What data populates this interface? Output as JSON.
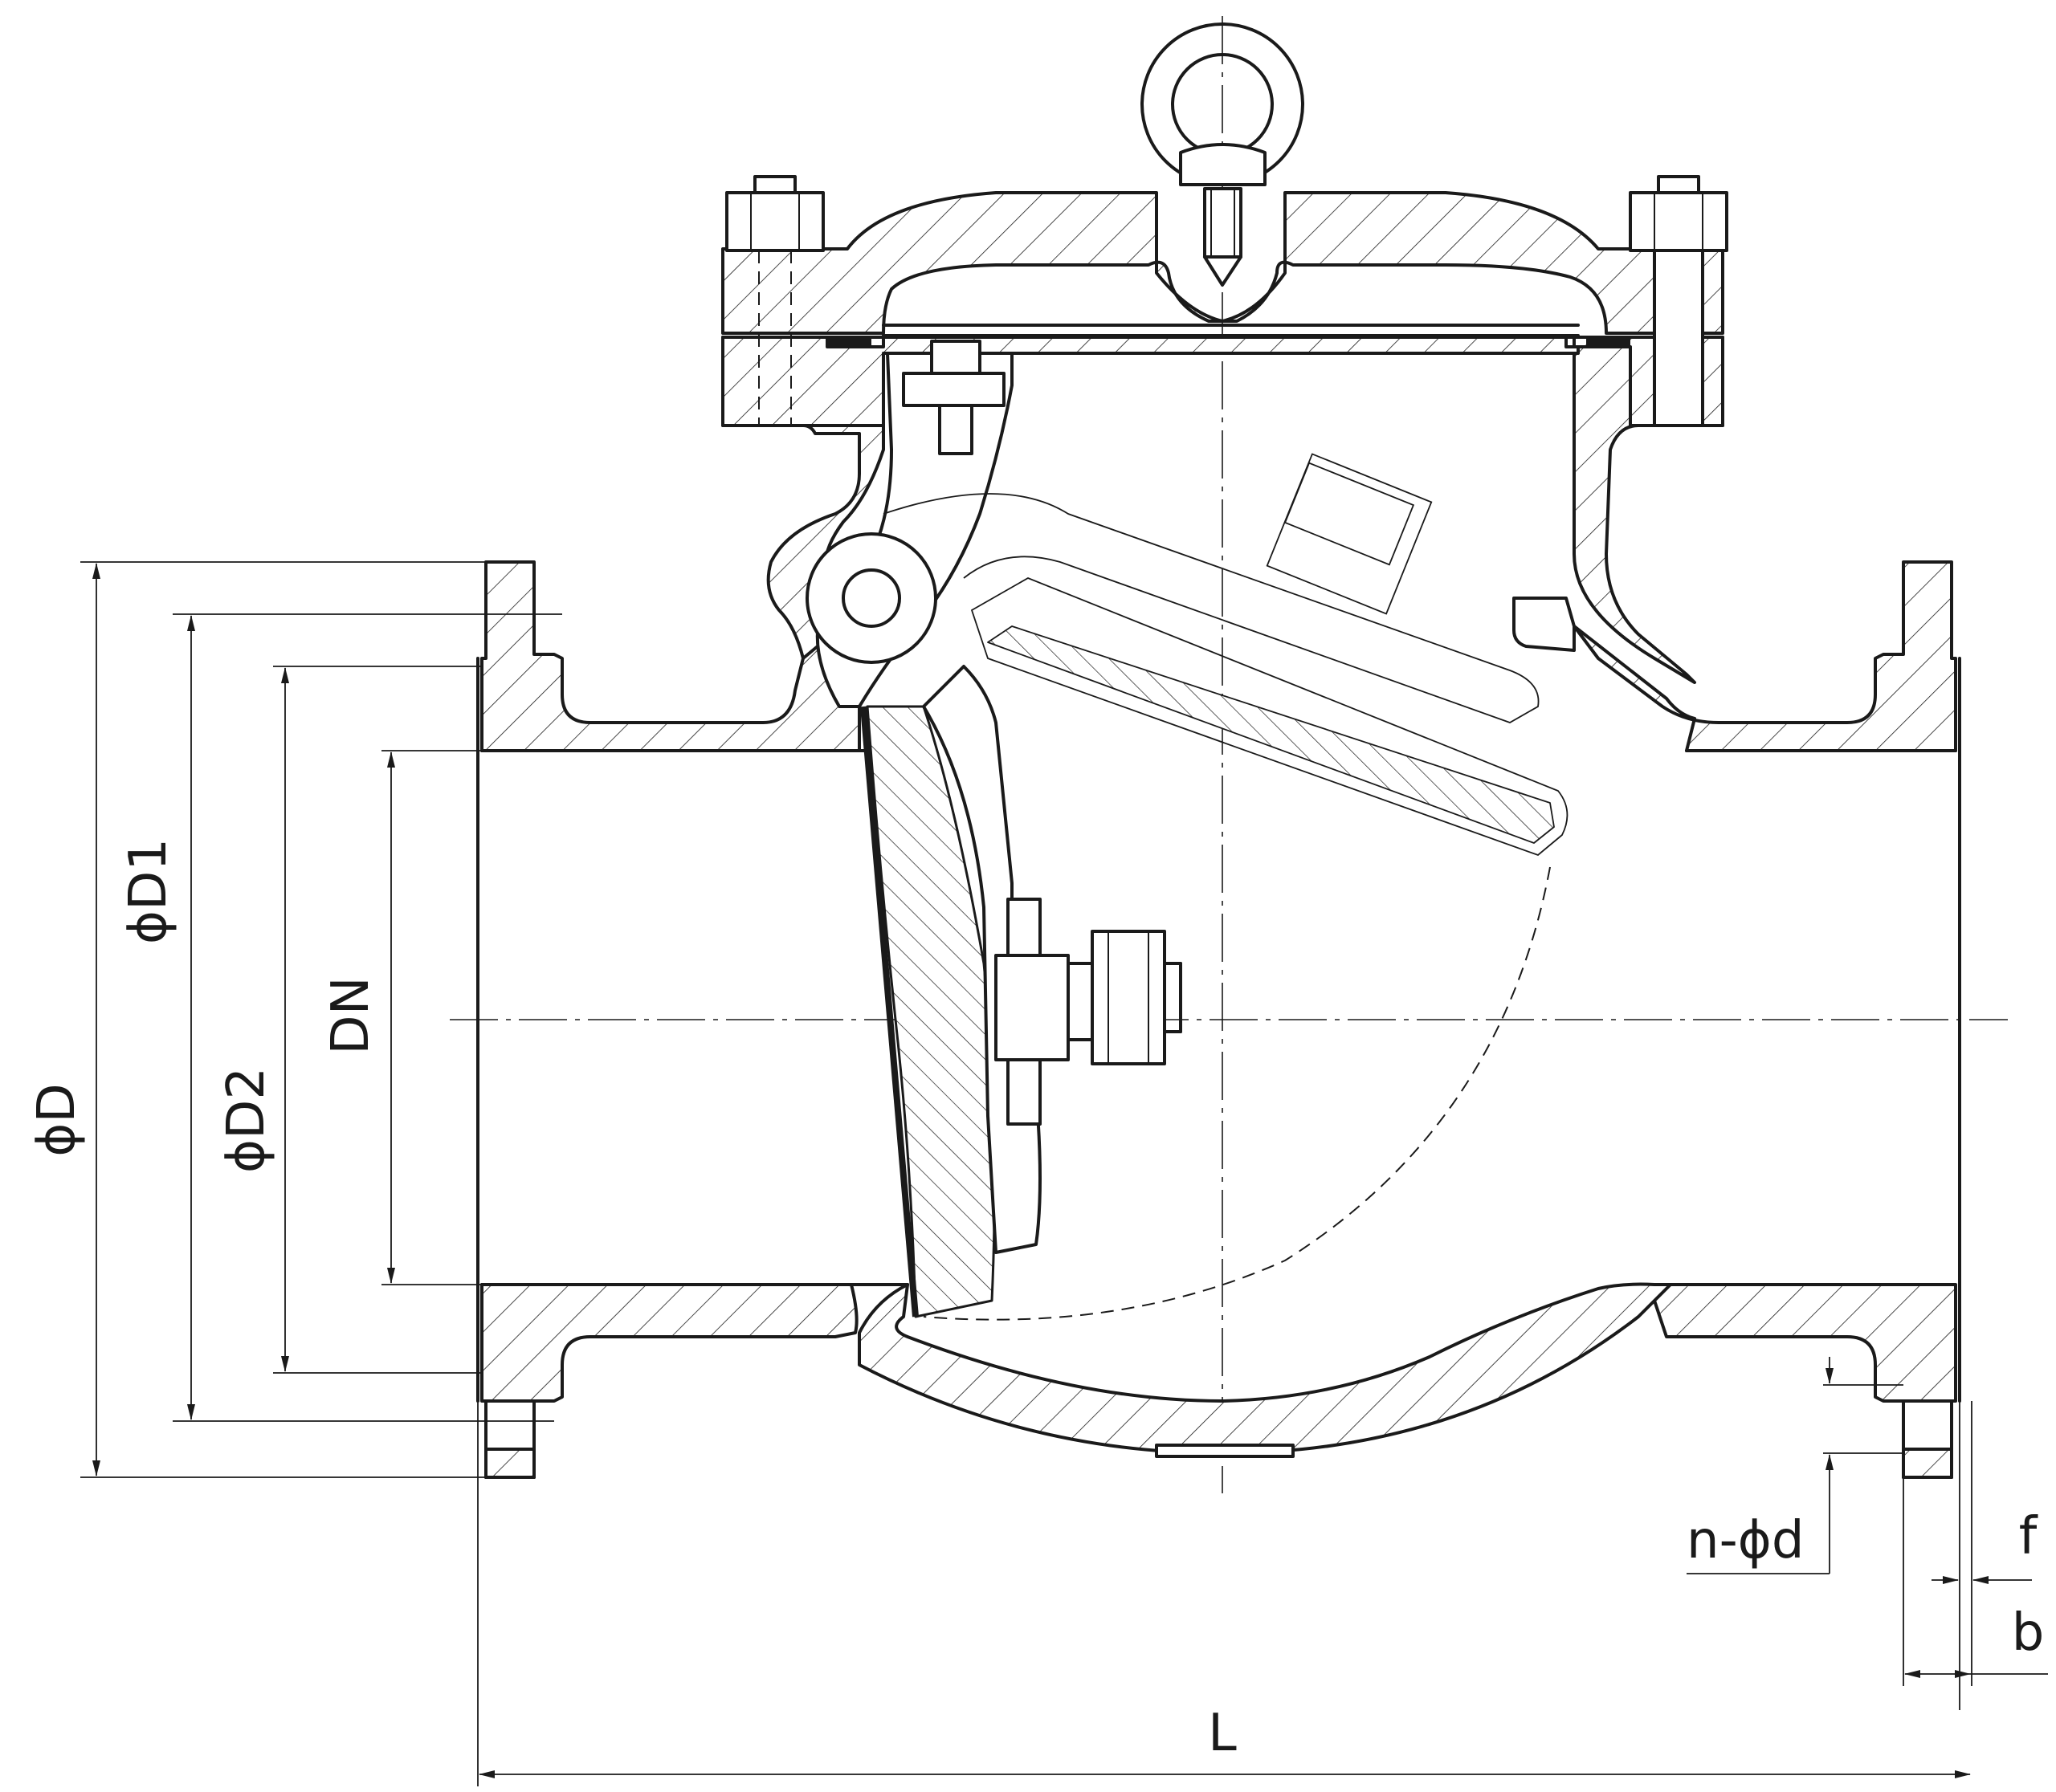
{
  "dimensions": {
    "outer_diameter": "ϕD",
    "bolt_circle": "ϕD1",
    "raised_face": "ϕD2",
    "nominal_size": "DN",
    "bolt_holes": "n-ϕd",
    "raised_face_height": "f",
    "flange_thickness": "b",
    "length": "L"
  },
  "colors": {
    "line": "#1a1a1a",
    "background": "#ffffff"
  }
}
